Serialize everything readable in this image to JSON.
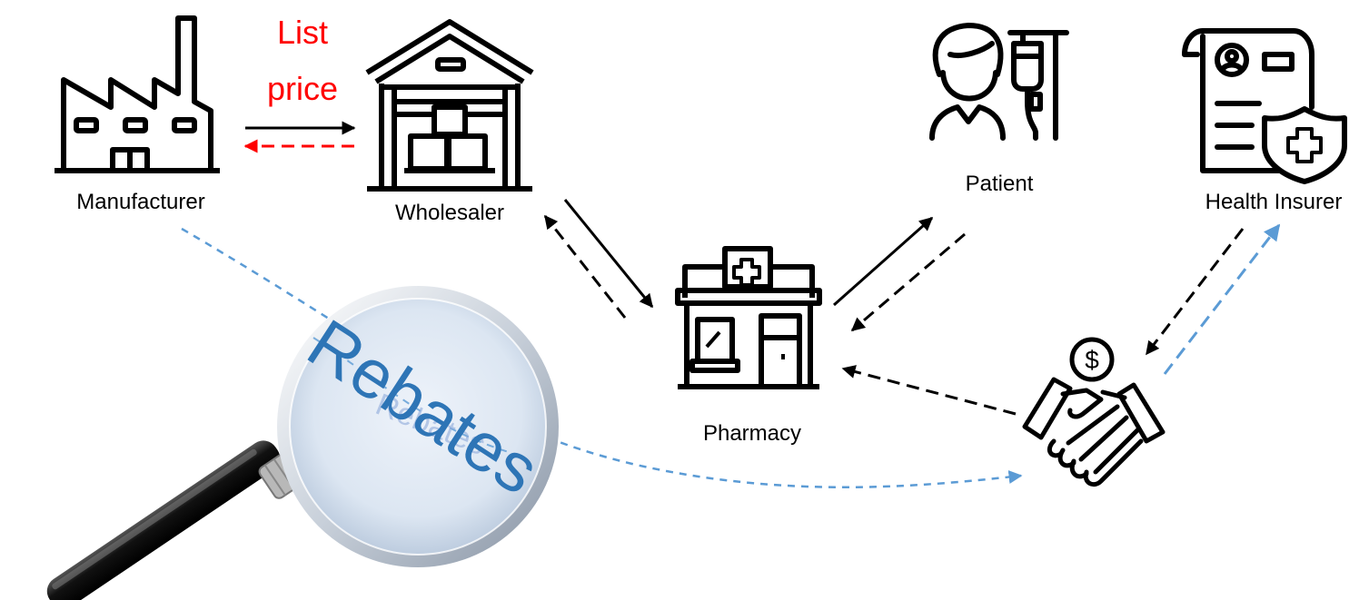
{
  "nodes": {
    "manufacturer": {
      "label": "Manufacturer"
    },
    "wholesaler": {
      "label": "Wholesaler"
    },
    "pharmacy": {
      "label": "Pharmacy"
    },
    "patient": {
      "label": "Patient"
    },
    "health_insurer": {
      "label": "Health Insurer"
    },
    "pbm_handshake": {
      "label": ""
    }
  },
  "annotations": {
    "list_price": {
      "line1": "List",
      "line2": "price"
    },
    "magnifier_word": "Rebates",
    "magnifier_reflection": "Rebates"
  },
  "colors": {
    "black": "#000000",
    "red": "#ff0000",
    "blue": "#5b9bd5",
    "rebates_text": "#2e75b6",
    "lens_fill": "#dbe6f1"
  }
}
